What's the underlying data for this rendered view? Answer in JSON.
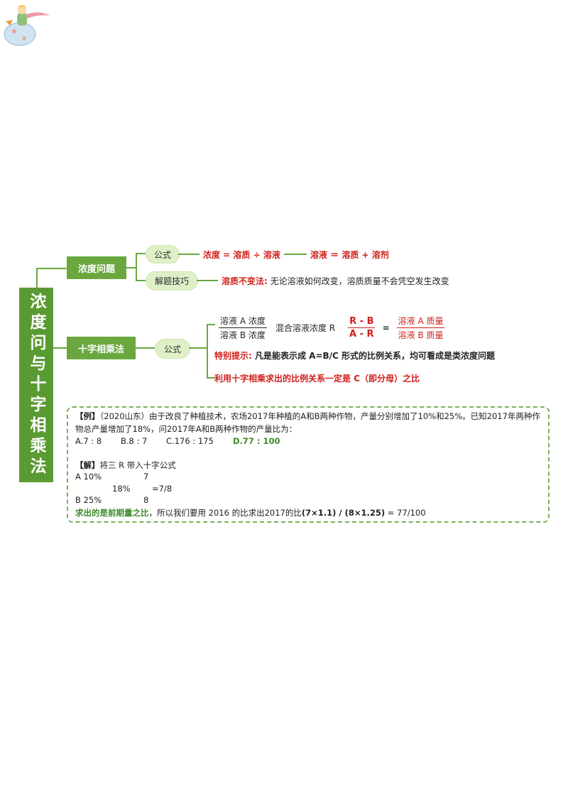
{
  "title": "浓度问与十字相乘法",
  "branches": {
    "concentration": {
      "label": "浓度问题",
      "formula_pill": "公式",
      "formula_1": "浓度 = 溶质 ÷ 溶液",
      "formula_2": "溶液 ＝ 溶质 + 溶剂",
      "tips_pill": "解题技巧",
      "tip_key": "溶质不变法:",
      "tip_text": "无论溶液如何改变，溶质质量不会凭空发生改变"
    },
    "cross": {
      "label": "十字相乘法",
      "formula_pill": "公式",
      "frac1_num": "溶液 A 浓度",
      "frac1_den": "溶液 B 浓度",
      "mix_label": "混合溶液浓度 R",
      "frac2_num": "R - B",
      "frac2_den": "A - R",
      "equals": "=",
      "frac3_num": "溶液 A 质量",
      "frac3_den": "溶液 B 质量",
      "special_key": "特别提示:",
      "special_text": "凡是能表示成 A=B/C 形式的比例关系，均可看成是类浓度问题",
      "note": "利用十字相乘求出的比例关系一定是 C（即分母）之比"
    }
  },
  "example": {
    "tag": "【例】",
    "question_1": "（2020山东）由于改良了种植技术，农场2017年种植的A和B两种作物，产量分别增加了10%和25%。已知2017年两种作",
    "question_2": "物总产量增加了18%，问2017年A和B两种作物的产量比为：",
    "options": [
      "A.7 : 8",
      "B.8 : 7",
      "C.176 : 175",
      "D.77 : 100"
    ],
    "sol_tag": "【解】",
    "sol_intro": "将三 R 带入十字公式",
    "row1_a": "A 10%",
    "row1_b": "7",
    "row2_a": "18%",
    "row2_b": "=7/8",
    "row3_a": "B 25%",
    "row3_b": "8",
    "conclusion_key": "求出的是前期量之比",
    "conclusion_mid": "，所以我们要用 2016 的比求出2017的比",
    "conclusion_expr": "(7×1.1) / (8×1.25)",
    "conclusion_tail": " = 77/100"
  },
  "colors": {
    "green": "#6aa83f",
    "dark_green": "#5a9a32",
    "pill": "#dff0c8",
    "red": "#d0201b"
  }
}
